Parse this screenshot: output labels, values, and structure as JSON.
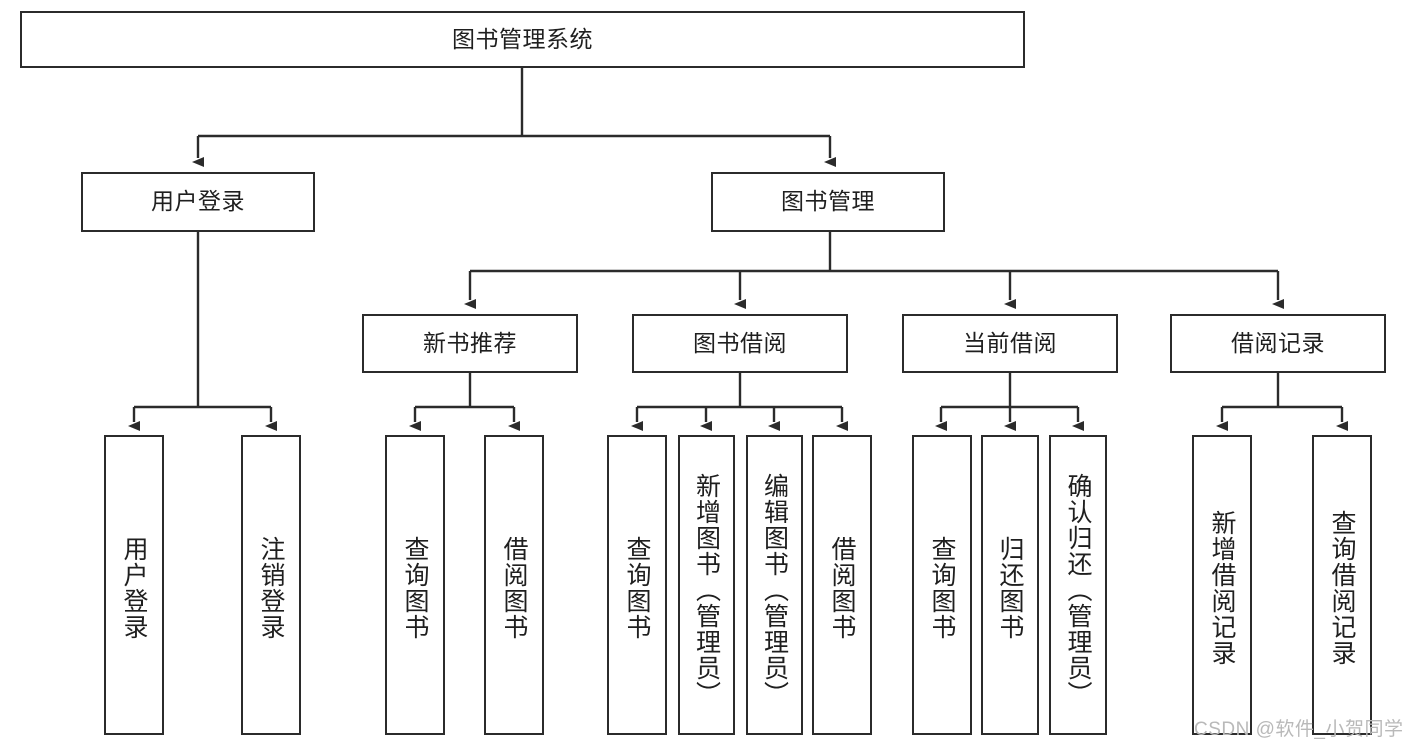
{
  "diagram": {
    "type": "tree-hierarchy",
    "title": "图书管理系统",
    "root": {
      "label": "图书管理系统"
    },
    "level2": [
      {
        "label": "用户登录"
      },
      {
        "label": "图书管理"
      }
    ],
    "level3": [
      {
        "label": "新书推荐"
      },
      {
        "label": "图书借阅"
      },
      {
        "label": "当前借阅"
      },
      {
        "label": "借阅记录"
      }
    ],
    "leaves": {
      "user_login": [
        {
          "label": "用户登录"
        },
        {
          "label": "注销登录"
        }
      ],
      "new_book_recommend": [
        {
          "label": "查询图书"
        },
        {
          "label": "借阅图书"
        }
      ],
      "book_borrow": [
        {
          "label": "查询图书"
        },
        {
          "label": "新增图书（管理员）"
        },
        {
          "label": "编辑图书（管理员）"
        },
        {
          "label": "借阅图书"
        }
      ],
      "current_borrow": [
        {
          "label": "查询图书"
        },
        {
          "label": "归还图书"
        },
        {
          "label": "确认归还（管理员）"
        }
      ],
      "borrow_record": [
        {
          "label": "新增借阅记录"
        },
        {
          "label": "查询借阅记录"
        }
      ]
    }
  },
  "watermark": {
    "text": "CSDN @软件_小贺同学"
  },
  "colors": {
    "stroke": "#2b2b2b",
    "fill": "#ffffff",
    "text": "#1f1f1f",
    "watermark": "#b9b9b9"
  }
}
